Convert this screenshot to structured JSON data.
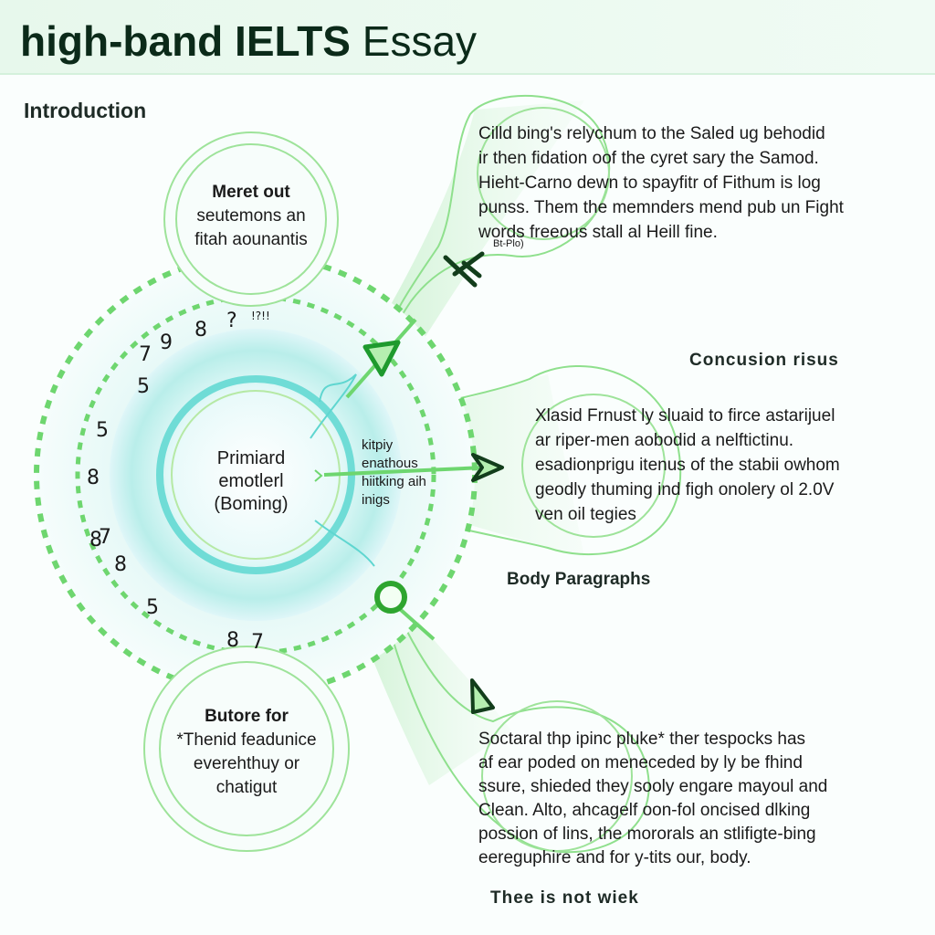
{
  "title": {
    "bold": "high-band IELTS",
    "regular": "Essay"
  },
  "section_labels": {
    "introduction": "Introduction",
    "conclusion": "Concusion risus",
    "body": "Body Paragraphs",
    "footer": "Thee is not wiek"
  },
  "center": {
    "lines": [
      "Primiard",
      "emotlerl",
      "(Boming)"
    ]
  },
  "side_note": {
    "lines": [
      "kitpiy",
      "enathous",
      "hiitking aih",
      "inigs"
    ]
  },
  "ring_numbers": [
    "5",
    "7",
    "9",
    "8",
    "?",
    "5",
    "8",
    "8",
    "7",
    "8",
    "5",
    "8",
    "7"
  ],
  "ring_mark": "!?!!",
  "small_circle_top": {
    "lines": [
      "Meret out",
      "seutemons an",
      "fitah aounantis"
    ]
  },
  "small_circle_bottom": {
    "lines": [
      "Butore for",
      "*Thenid feadunice",
      "everehthuy or",
      "chatigut"
    ]
  },
  "top_para": {
    "lines": [
      "Cilld bing's relychum to the Saled ug behodid",
      "ir then fidation oof the cyret sary the Samod.",
      "Hieht-Carno dewn to spayfitr of Fithum is log",
      "punss. Them the memnders mend pub un Fight",
      "words freeous stall al Heill fine."
    ],
    "note": "Bt-Plo)"
  },
  "mid_para": {
    "lines": [
      "Xlasid Frnust ly sluaid to firce astarijuel",
      "ar riper-men aobodid a nelftictinu.",
      "esadionprigu itenus of the stabii owhom",
      "geodly thuming ind figh onolery ol 2.0V",
      "ven oil tegies"
    ]
  },
  "bottom_para": {
    "lines": [
      "Soctaral thp ipinc pluke* ther tespocks has",
      "af ear poded on meneceded by ly be fhind",
      "ssure, shieded they sooly engare mayoul and",
      "Clean. Alto, ahcagelf oon-fol oncised dlking",
      "possion of lins, the mororals an stlifigte-bing",
      "eereguphire and for y-tits our, body."
    ]
  },
  "colors": {
    "green": "#6ed66f",
    "dark_green": "#1e7a2c",
    "teal": "#5fd6d0",
    "pale_teal": "#dff6f8"
  },
  "icons": [
    "airplane-icon",
    "triangle-play-icon",
    "arrowhead-icon",
    "circle-icon",
    "arrowhead-icon"
  ]
}
